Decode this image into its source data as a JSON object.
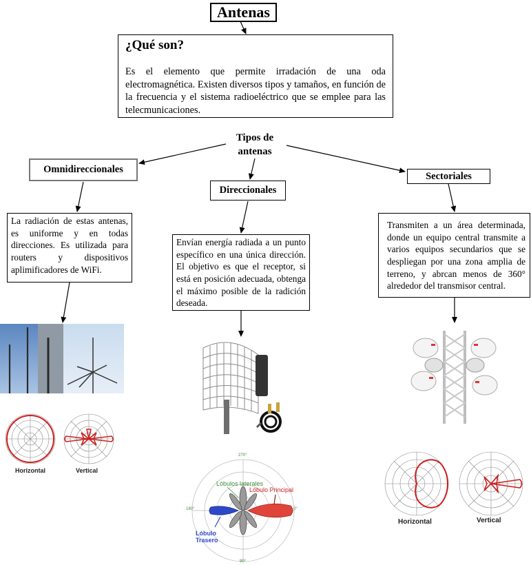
{
  "title": "Antenas",
  "definition": {
    "heading": "¿Qué son?",
    "text": "Es el elemento que permite irradación de una oda electromagnética. Existen diversos tipos y tamaños, en función de la frecuencia y el sistema radioeléctrico que se emplee para las telecmunicaciones."
  },
  "types_label": "Tipos de antenas",
  "types": [
    {
      "name": "Omnidireccionales",
      "description": "La radiación de estas antenas, es uniforme y en todas direcciones. Es utilizada para routers y dispositivos aplimificadores de WiFi.",
      "pattern_labels": [
        "Horizontal",
        "Vertical"
      ]
    },
    {
      "name": "Direccionales",
      "description": "Envían energía radiada a un punto específico en una única dirección. El objetivo es que el receptor, si está en posición adecuada, obtenga el máximo posible de la radición deseada.",
      "lobe_labels": {
        "lateral": "Lóbulos laterales",
        "main": "Lóbulo Principal",
        "back": "Lóbulo Trasero",
        "top": "270°",
        "left": "180°",
        "right": "0°",
        "bottom": "90°"
      }
    },
    {
      "name": "Sectoriales",
      "description": "Transmiten a un área determinada, donde un equipo central transmite a varios equipos secundarios que se despliegan por una zona amplia de terreno, y abrcan menos de 360° alrededor del transmisor central.",
      "pattern_labels": [
        "Horizontal",
        "Vertical"
      ]
    }
  ],
  "colors": {
    "pattern_red": "#cc1f1f",
    "back_lobe_blue": "#2d48c8",
    "lateral_green": "#3a8a3a",
    "sky_blue": "#6f97c8"
  }
}
